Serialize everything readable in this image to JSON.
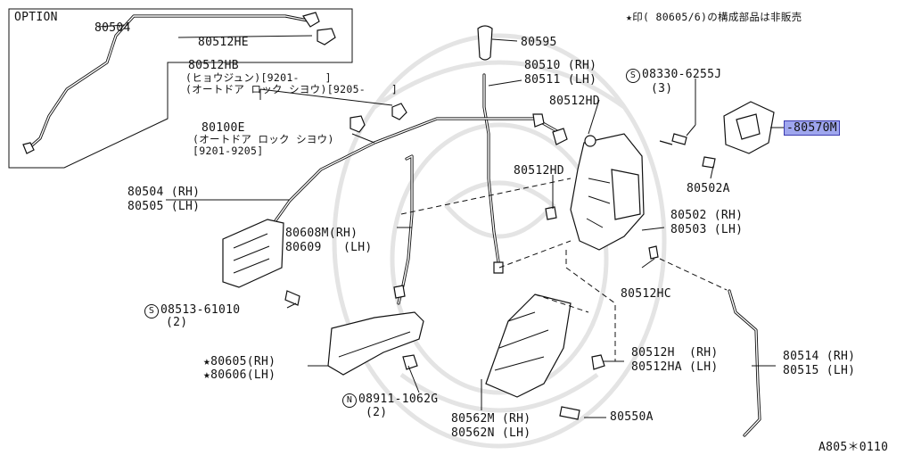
{
  "labels": {
    "option": "OPTION",
    "p80504_top": "80504",
    "p80512HE": "80512HE",
    "p80512HB": "80512HB",
    "p80512HB_n1": "(ヒョウジュン)[9201-    ]",
    "p80512HB_n2": "(オートドア ロック シヨウ)[9205-    ]",
    "p80100E": "80100E",
    "p80100E_n1": "(オートドア ロック シヨウ)",
    "p80100E_n2": "[9201-9205]",
    "p80595": "80595",
    "p80510": "80510 (RH)",
    "p80511": "80511 (LH)",
    "p80512HD_a": "80512HD",
    "p80512HD_b": "80512HD",
    "p08330": "08330-6255J",
    "p08330_qty": "(3)",
    "p80570M": "-80570M",
    "p80502A": "80502A",
    "p80502": "80502 (RH)",
    "p80503": "80503 (LH)",
    "p80504": "80504 (RH)",
    "p80505": "80505 (LH)",
    "p80608M": "80608M(RH)",
    "p80609": "80609   (LH)",
    "p80512HC": "80512HC",
    "p08513": "08513-61010",
    "p08513_qty": "(2)",
    "p80605": "★80605(RH)",
    "p80606": "★80606(LH)",
    "p08911": "08911-1062G",
    "p08911_qty": "(2)",
    "p80512H": "80512H  (RH)",
    "p80512HA": "80512HA (LH)",
    "p80514": "80514 (RH)",
    "p80515": "80515 (LH)",
    "p80562M": "80562M (RH)",
    "p80562N": "80562N (LH)",
    "p80550A": "80550A",
    "note": "★印( 80605/6)の構成部品は非販売",
    "code": "A805＊0110",
    "circ_s": "S",
    "circ_n": "N"
  }
}
